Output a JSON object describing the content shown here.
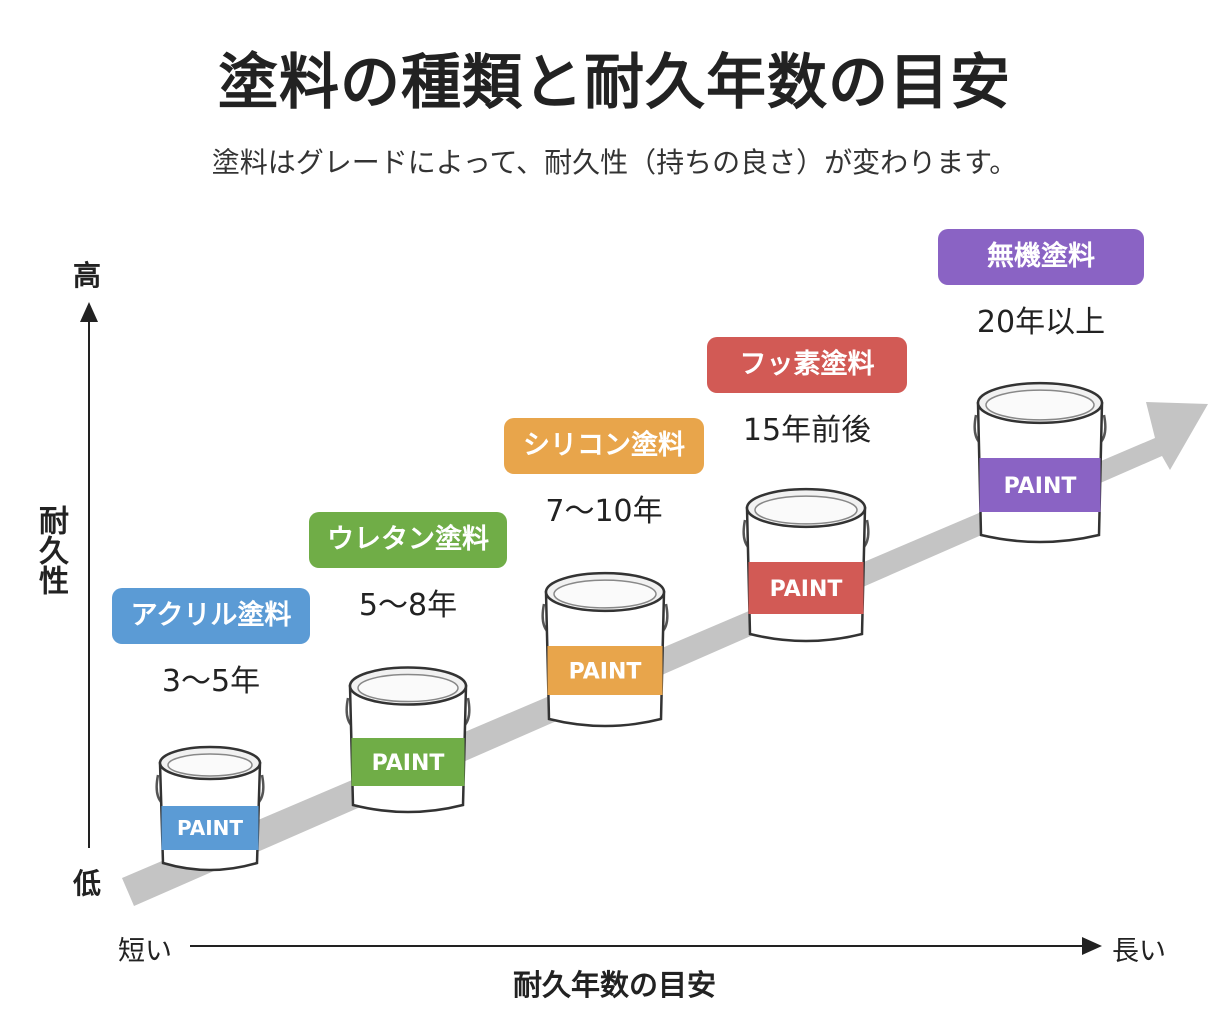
{
  "title": "塗料の種類と耐久年数の目安",
  "subtitle": "塗料はグレードによって、耐久性（持ちの良さ）が変わります。",
  "y_axis": {
    "label": "耐久性",
    "high": "高",
    "low": "低"
  },
  "x_axis": {
    "label": "耐久年数の目安",
    "short": "短い",
    "long": "長い"
  },
  "paints": [
    {
      "name": "アクリル塗料",
      "years": "3〜5年",
      "can_label": "PAINT",
      "color": "#5b9bd5"
    },
    {
      "name": "ウレタン塗料",
      "years": "5〜8年",
      "can_label": "PAINT",
      "color": "#70ad47"
    },
    {
      "name": "シリコン塗料",
      "years": "7〜10年",
      "can_label": "PAINT",
      "color": "#e8a54b"
    },
    {
      "name": "フッ素塗料",
      "years": "15年前後",
      "can_label": "PAINT",
      "color": "#d25a55"
    },
    {
      "name": "無機塗料",
      "years": "20年以上",
      "can_label": "PAINT",
      "color": "#8a63c4"
    }
  ]
}
